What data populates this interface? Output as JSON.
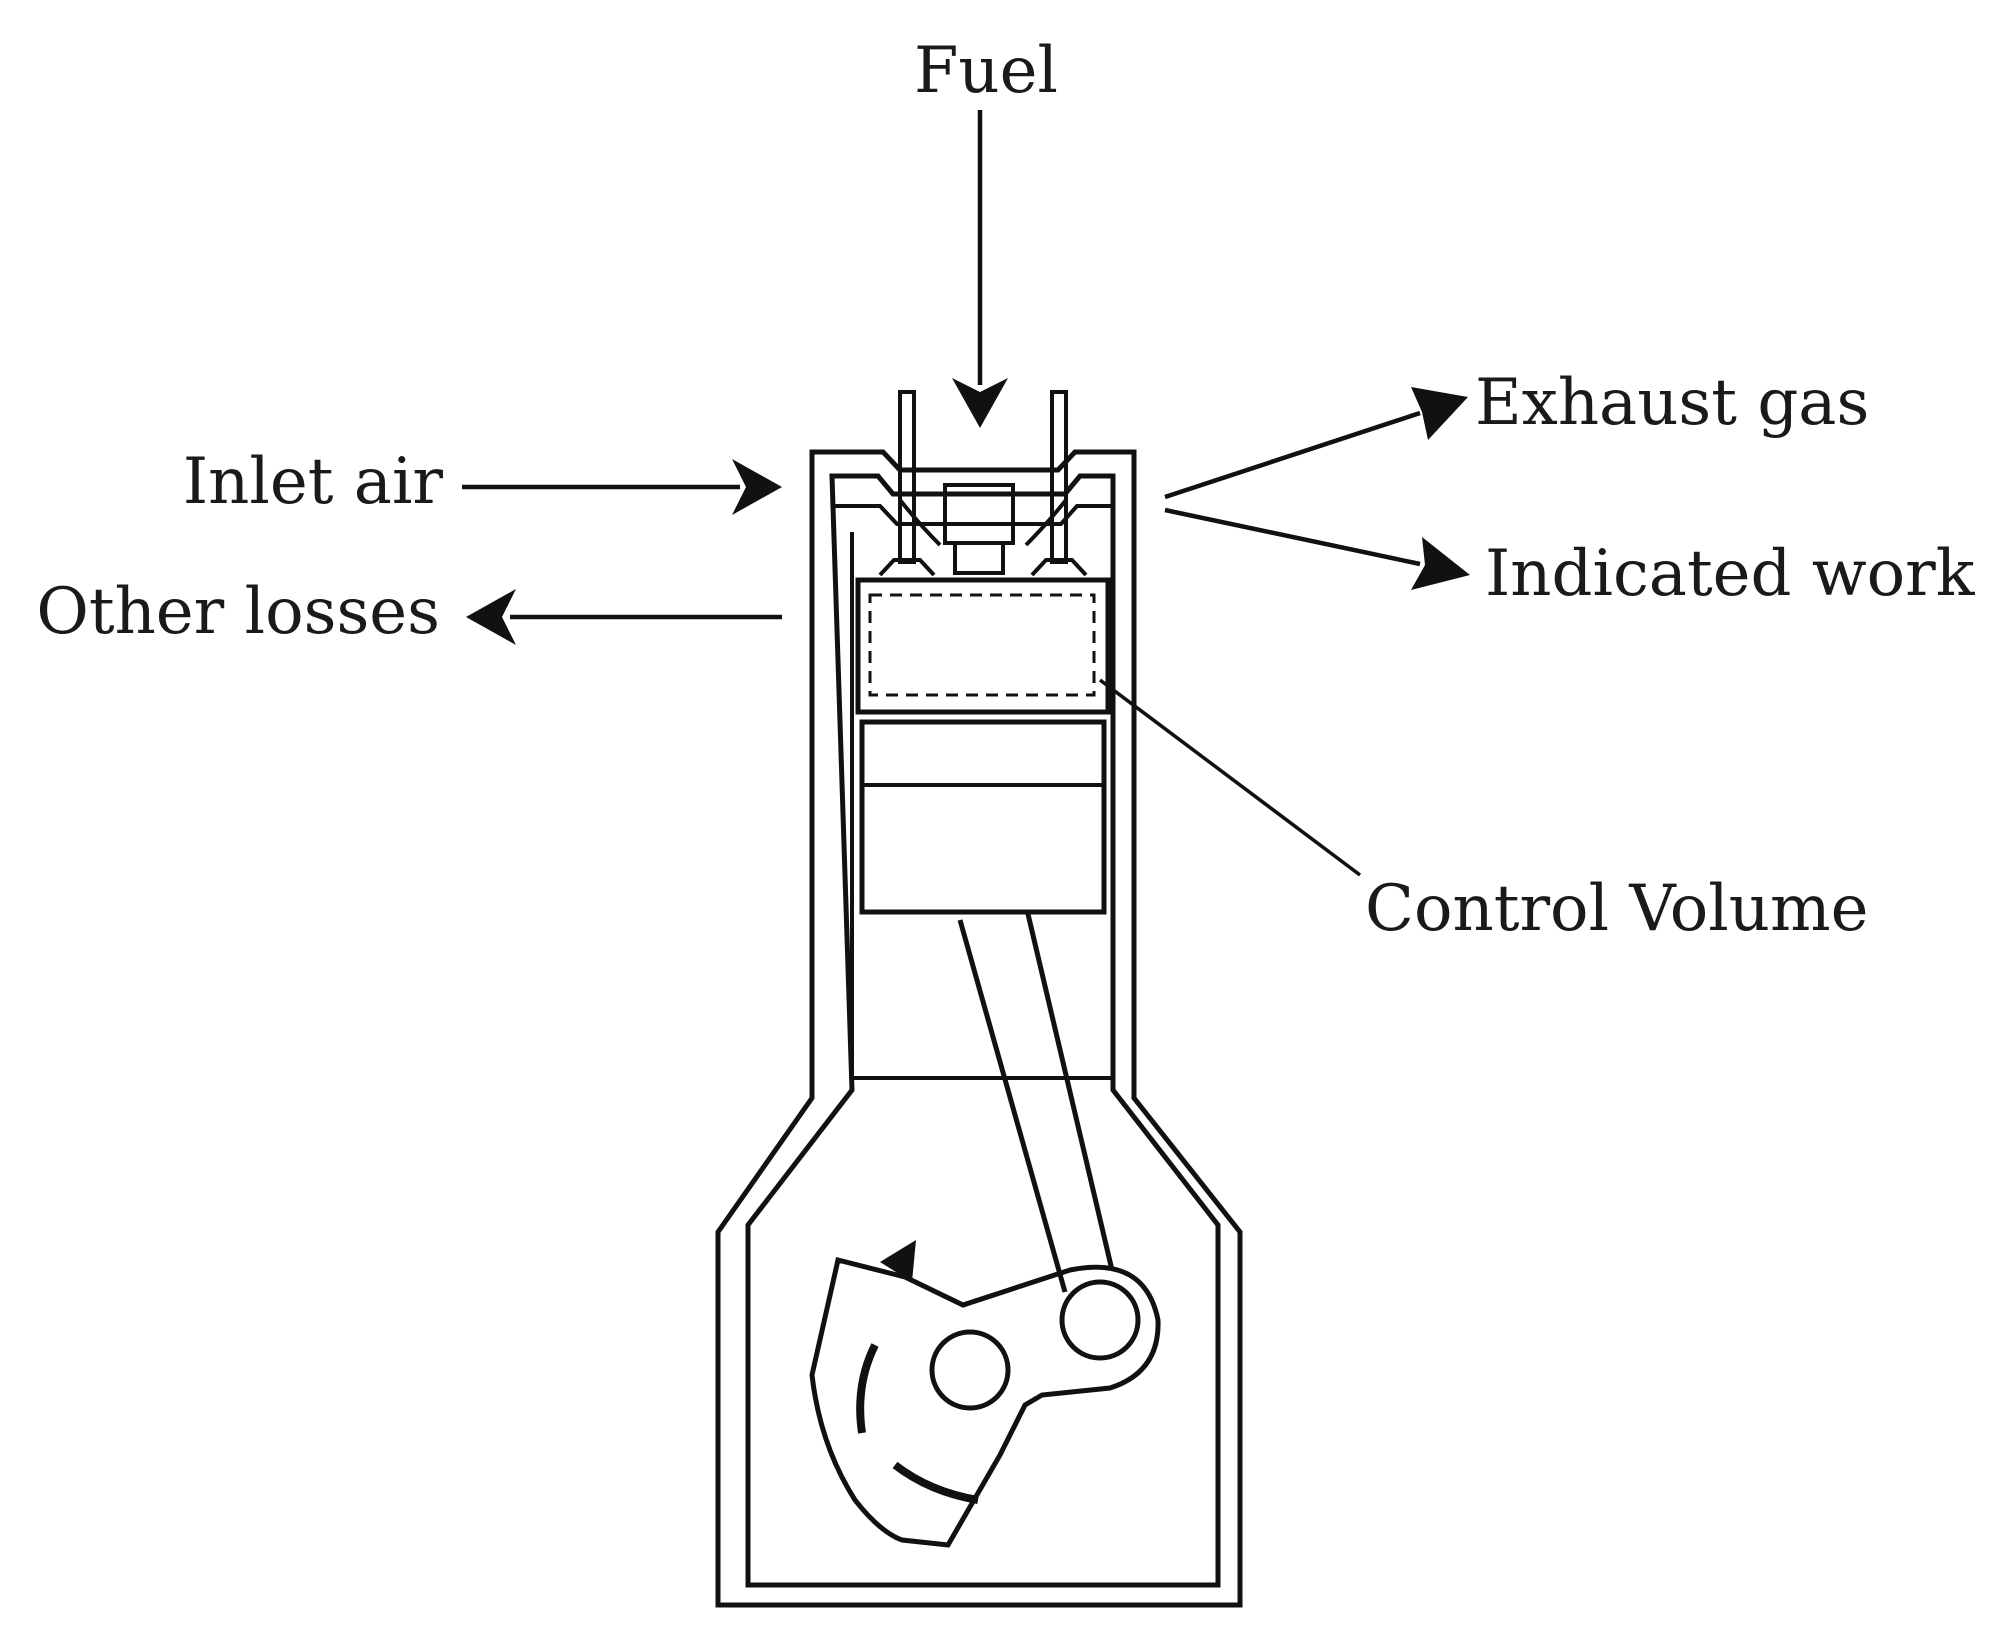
{
  "labels": {
    "fuel": "Fuel",
    "inlet_air": "Inlet air",
    "other_losses": "Other losses",
    "exhaust_gas": "Exhaust gas",
    "indicated_work": "Indicated work",
    "control_volume": "Control Volume"
  },
  "colors": {
    "line": "#111111",
    "text": "#1a1a1a",
    "background": "#ffffff"
  }
}
